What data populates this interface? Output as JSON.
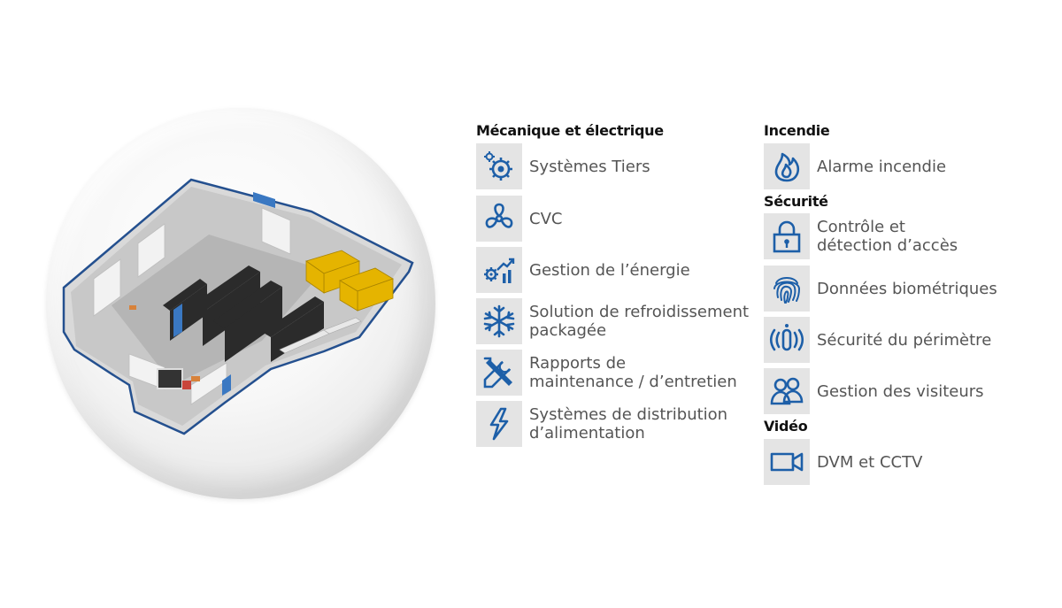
{
  "sections": {
    "mecanique": {
      "title": "Mécanique et électrique",
      "items": [
        {
          "label": "Systèmes Tiers",
          "icon": "gear-tiers-icon"
        },
        {
          "label": "CVC",
          "icon": "fan-icon"
        },
        {
          "label": "Gestion de l’énergie",
          "icon": "energy-chart-icon"
        },
        {
          "label": "Solution de refroidissement\npackagée",
          "icon": "snowflake-icon"
        },
        {
          "label": "Rapports de\nmaintenance / d’entretien",
          "icon": "tools-icon"
        },
        {
          "label": "Systèmes de distribution\nd’alimentation",
          "icon": "lightning-icon"
        }
      ]
    },
    "incendie": {
      "title": "Incendie",
      "items": [
        {
          "label": "Alarme incendie",
          "icon": "flame-icon"
        }
      ]
    },
    "securite": {
      "title": "Sécurité",
      "items": [
        {
          "label": "Contrôle et\ndétection d’accès",
          "icon": "padlock-icon"
        },
        {
          "label": "Données biométriques",
          "icon": "fingerprint-icon"
        },
        {
          "label": "Sécurité du périmètre",
          "icon": "perimeter-sensor-icon"
        },
        {
          "label": "Gestion des visiteurs",
          "icon": "visitors-icon"
        }
      ]
    },
    "video": {
      "title": "Vidéo",
      "items": [
        {
          "label": "DVM et CCTV",
          "icon": "video-camera-icon"
        }
      ]
    }
  },
  "colors": {
    "icon_blue": "#1d5fa8",
    "icon_bg": "#e4e4e4",
    "label_gray": "#555555",
    "heading": "#111111"
  }
}
